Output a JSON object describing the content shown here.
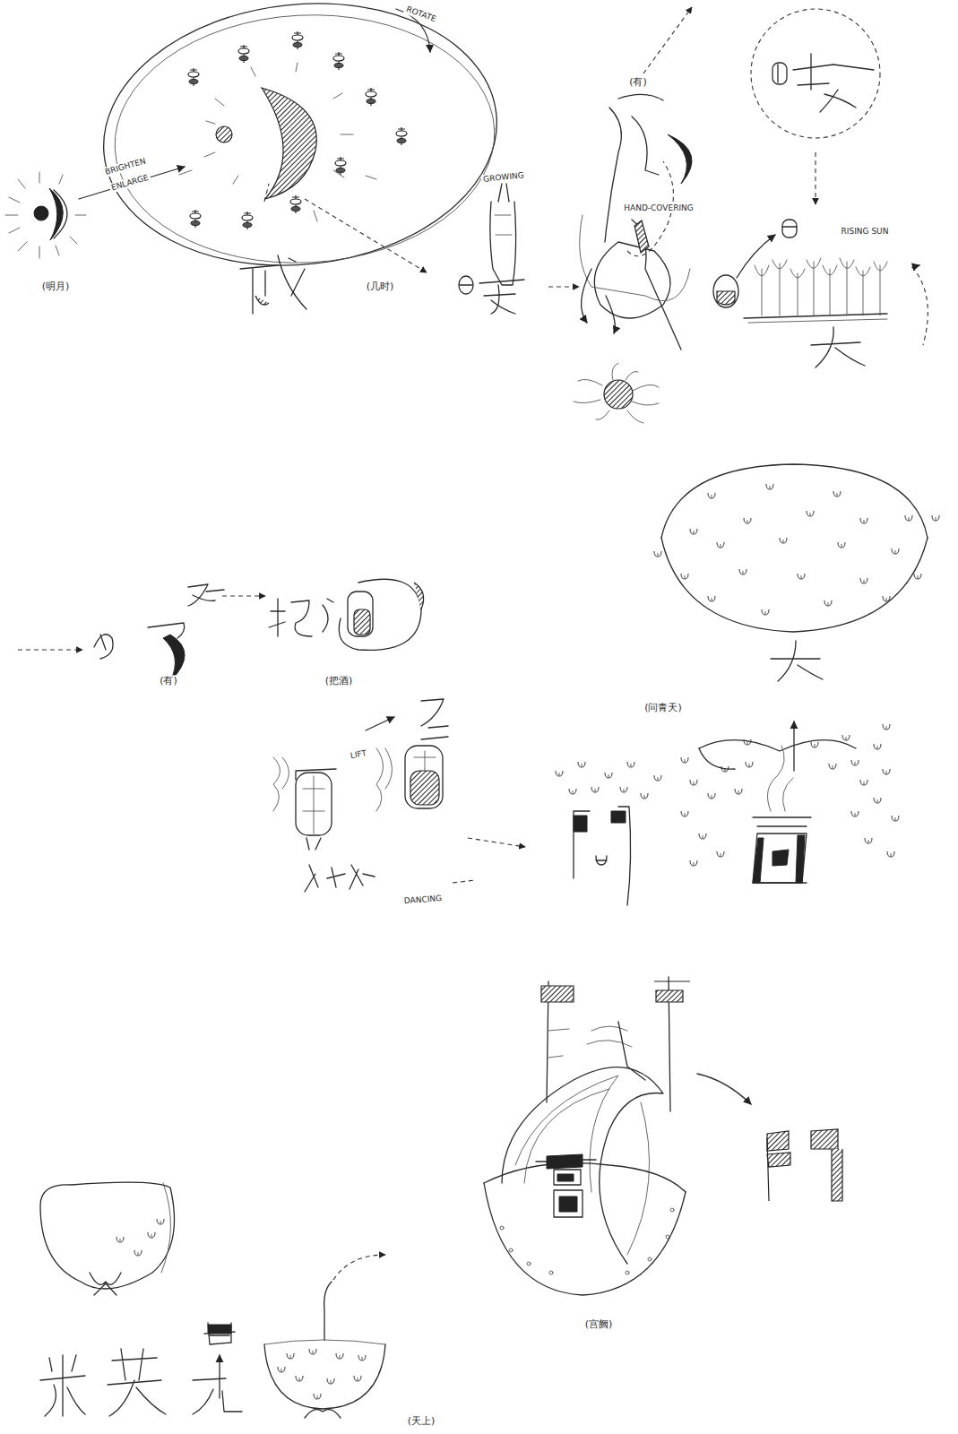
{
  "diagram": {
    "labels": [
      "BRIGHTEN",
      "ENLARGE",
      "ROTATE",
      "(明月)",
      "(几时)",
      "GROWING",
      "(有)",
      "HAND-COVERING",
      "RISING SUN",
      "(有)",
      "(把酒)",
      "(问青天)",
      "LIFT",
      "DANCING",
      "(宫阙)",
      "(天上)"
    ]
  }
}
